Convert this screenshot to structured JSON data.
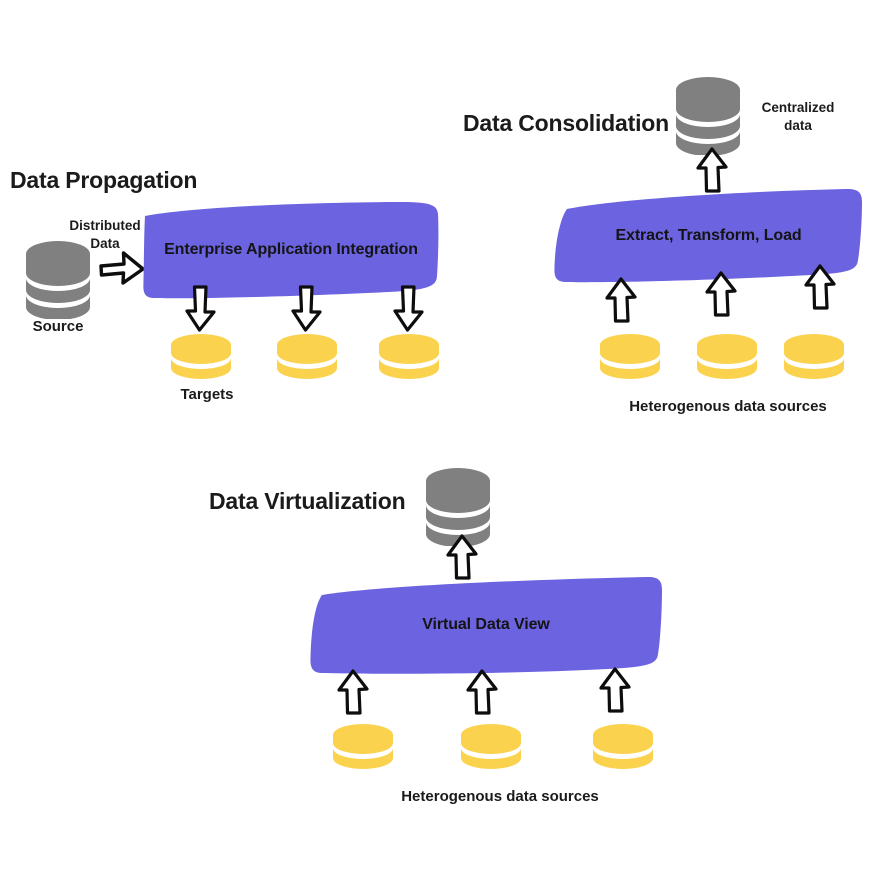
{
  "colors": {
    "purple_band": "#6C63E0",
    "yellow_cylinder": "#FBD24E",
    "grey_cylinder": "#808080",
    "text": "#1b1b1b",
    "arrow_outline": "#0d0d0d",
    "background": "#ffffff"
  },
  "sections": {
    "propagation": {
      "title": "Data Propagation",
      "band_label": "Enterprise Application Integration",
      "source_label": "Source",
      "flow_label": "Distributed\nData",
      "targets_label": "Targets",
      "source_count": 1,
      "target_count": 3
    },
    "consolidation": {
      "title": "Data Consolidation",
      "band_label": "Extract, Transform, Load",
      "output_label": "Centralized\ndata",
      "sources_label": "Heterogenous data sources",
      "source_count": 3
    },
    "virtualization": {
      "title": "Data Virtualization",
      "band_label": "Virtual Data View",
      "sources_label": "Heterogenous data sources",
      "source_count": 3
    }
  },
  "icons": {
    "database_grey": "database-grey-icon",
    "database_yellow": "database-yellow-icon",
    "arrow_right": "arrow-right-icon",
    "arrow_down": "arrow-down-icon",
    "arrow_up": "arrow-up-icon"
  }
}
